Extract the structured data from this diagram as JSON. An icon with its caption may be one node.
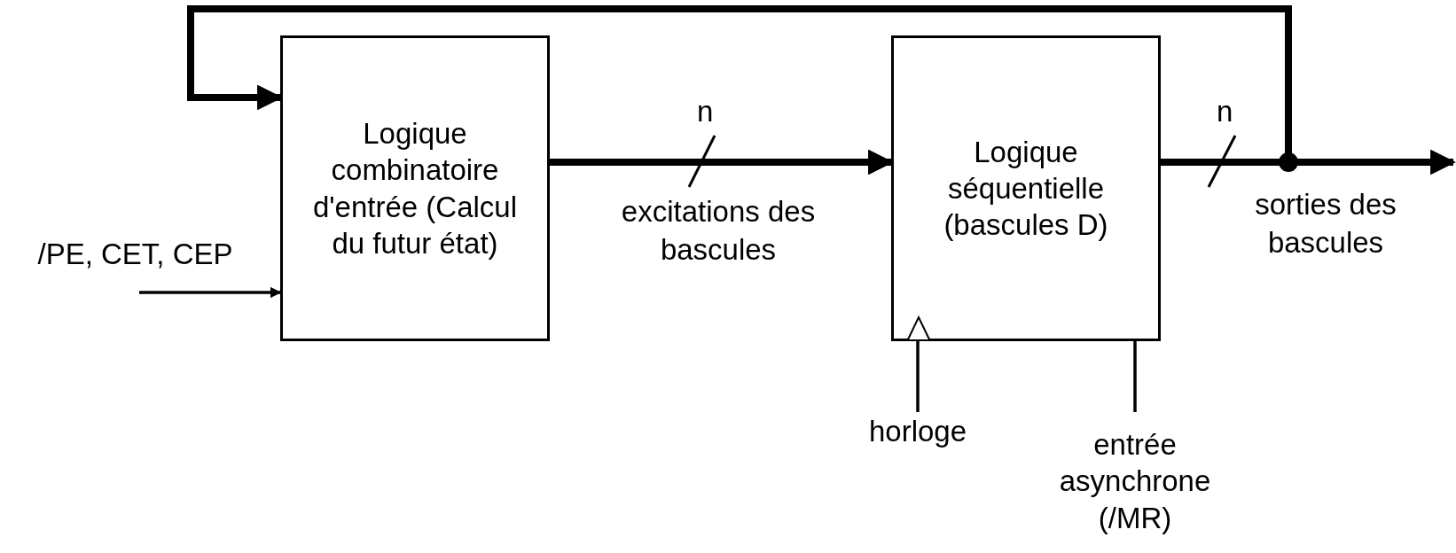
{
  "diagram": {
    "nodes": [
      {
        "text": [
          "Logique combinatoire d'entrée (Calcul du futur état)"
        ]
      },
      {
        "text": [
          "Logique séquentielle (bascules D)"
        ]
      },
      {
        "text": [
          "/PE, CET, CEP"
        ]
      },
      {
        "text": [
          "horloge"
        ]
      },
      {
        "text": [
          "entrée asynchrone (/MR)"
        ]
      }
    ],
    "edges": [
      {
        "from": 0,
        "to": 1,
        "arrow": "to",
        "label": "excitations des bascules",
        "style": "thick"
      },
      {
        "from": 1,
        "to": null,
        "arrow": "to",
        "label": "sorties des bascules",
        "style": "thick"
      },
      {
        "from": 1,
        "to": 0,
        "arrow": "to",
        "style": "thick"
      },
      {
        "from": 2,
        "to": 0,
        "arrow": "to"
      },
      {
        "from": 3,
        "to": 1,
        "arrow": "none"
      },
      {
        "from": 4,
        "to": 1,
        "arrow": "none"
      }
    ],
    "labels": [
      "n",
      "n"
    ]
  }
}
